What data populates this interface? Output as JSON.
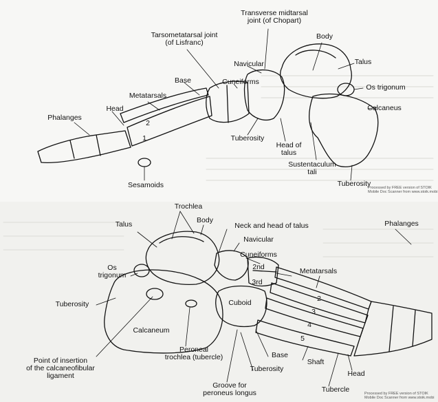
{
  "top": {
    "labels": {
      "transverse_midtarsal": "Transverse midtarsal\njoint (of Chopart)",
      "tarsometatarsal": "Tarsometatarsal joint\n(of Lisfranc)",
      "body": "Body",
      "talus": "Talus",
      "os_trigonum": "Os trigonum",
      "navicular": "Navicular",
      "cuneiforms": "Cuneiforms",
      "base": "Base",
      "metatarsals": "Metatarsals",
      "head": "Head",
      "phalanges": "Phalanges",
      "calcaneus": "Calcaneus",
      "tuberosity_left": "Tuberosity",
      "head_of_talus": "Head of\ntalus",
      "sustentaculum": "Sustentaculum\ntali",
      "tuberosity_right": "Tuberosity",
      "sesamoids": "Sesamoids",
      "num1": "1",
      "num2": "2"
    },
    "watermark": "Processed by FREE version of STOIK\nMobile Doc Scanner from www.stoik.mobi"
  },
  "bottom": {
    "labels": {
      "trochlea": "Trochlea",
      "body": "Body",
      "talus": "Talus",
      "neck_head": "Neck and head of talus",
      "navicular": "Navicular",
      "cuneiforms": "Cuneiforms",
      "second": "2nd",
      "third": "3rd",
      "metatarsals": "Metatarsals",
      "os_trigonum": "Os\ntrigonum",
      "tuberosity_left": "Tuberosity",
      "cuboid": "Cuboid",
      "phalanges": "Phalanges",
      "calcaneum": "Calcaneum",
      "n2": "2",
      "n3": "3",
      "n4": "4",
      "n5": "5",
      "point_insertion": "Point of insertion\nof the calcaneofibular\nligament",
      "peroneal": "Peroneal\ntrochlea (tubercle)",
      "base": "Base",
      "tuberosity_bottom": "Tuberosity",
      "shaft": "Shaft",
      "head": "Head",
      "groove": "Groove for\nperoneus longus",
      "tubercle": "Tubercle"
    },
    "watermark": "Processed by FREE version of STOIK\nMobile Doc Scanner from www.stoik.mobi"
  }
}
